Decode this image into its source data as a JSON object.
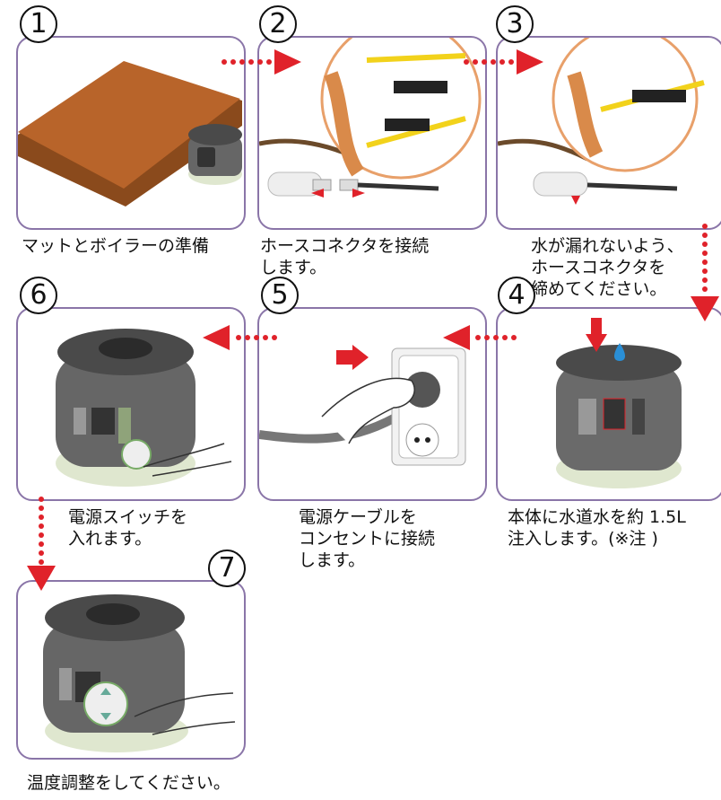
{
  "steps": [
    {
      "num": "1",
      "caption": "マットとボイラーの準備"
    },
    {
      "num": "2",
      "caption": "ホースコネクタを接続\nします。"
    },
    {
      "num": "3",
      "caption": "水が漏れないよう、\nホースコネクタを\n締めてください。"
    },
    {
      "num": "4",
      "caption": "本体に水道水を約 1.5L\n注入します。(※注 )"
    },
    {
      "num": "5",
      "caption": "電源ケーブルを\nコンセントに接続\nします。"
    },
    {
      "num": "6",
      "caption": "電源スイッチを\n入れます。"
    },
    {
      "num": "7",
      "caption": "温度調整をしてください。"
    }
  ],
  "colors": {
    "panel_border": "#8a75a8",
    "arrow": "#e0222a",
    "mat": "#b8642a",
    "hose": "#f2d21b",
    "boiler_top": "#4a4a4a",
    "boiler_base": "#dfe7cf"
  }
}
